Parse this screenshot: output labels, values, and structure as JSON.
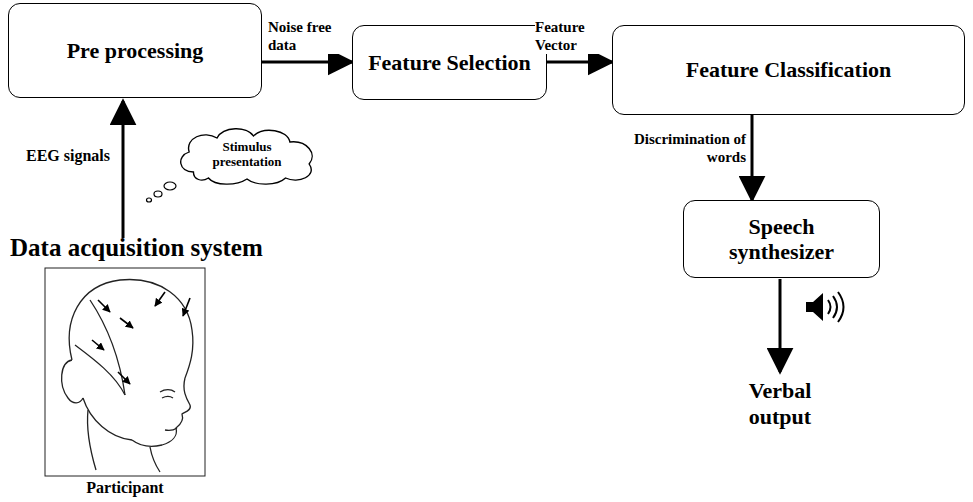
{
  "diagram": {
    "nodes": [
      {
        "text": [
          "Pre processing"
        ]
      },
      {
        "text": [
          "Feature Selection"
        ]
      },
      {
        "text": [
          "Feature Classification"
        ]
      },
      {
        "text": [
          "Stimulus presentation"
        ]
      },
      {
        "text": [
          "Speech synthesizer"
        ]
      }
    ],
    "edges": [
      {
        "from": 0,
        "to": 1,
        "label": "Noise free data",
        "arrow": "to"
      },
      {
        "from": 1,
        "to": 2,
        "label": "Feature Vector",
        "arrow": "to"
      },
      {
        "from": 2,
        "to": 4,
        "label": "Discrimination of words",
        "arrow": "to"
      }
    ],
    "labels": [
      "EEG signals",
      "Data acquisition system",
      "Participant",
      "Verbal output"
    ]
  }
}
